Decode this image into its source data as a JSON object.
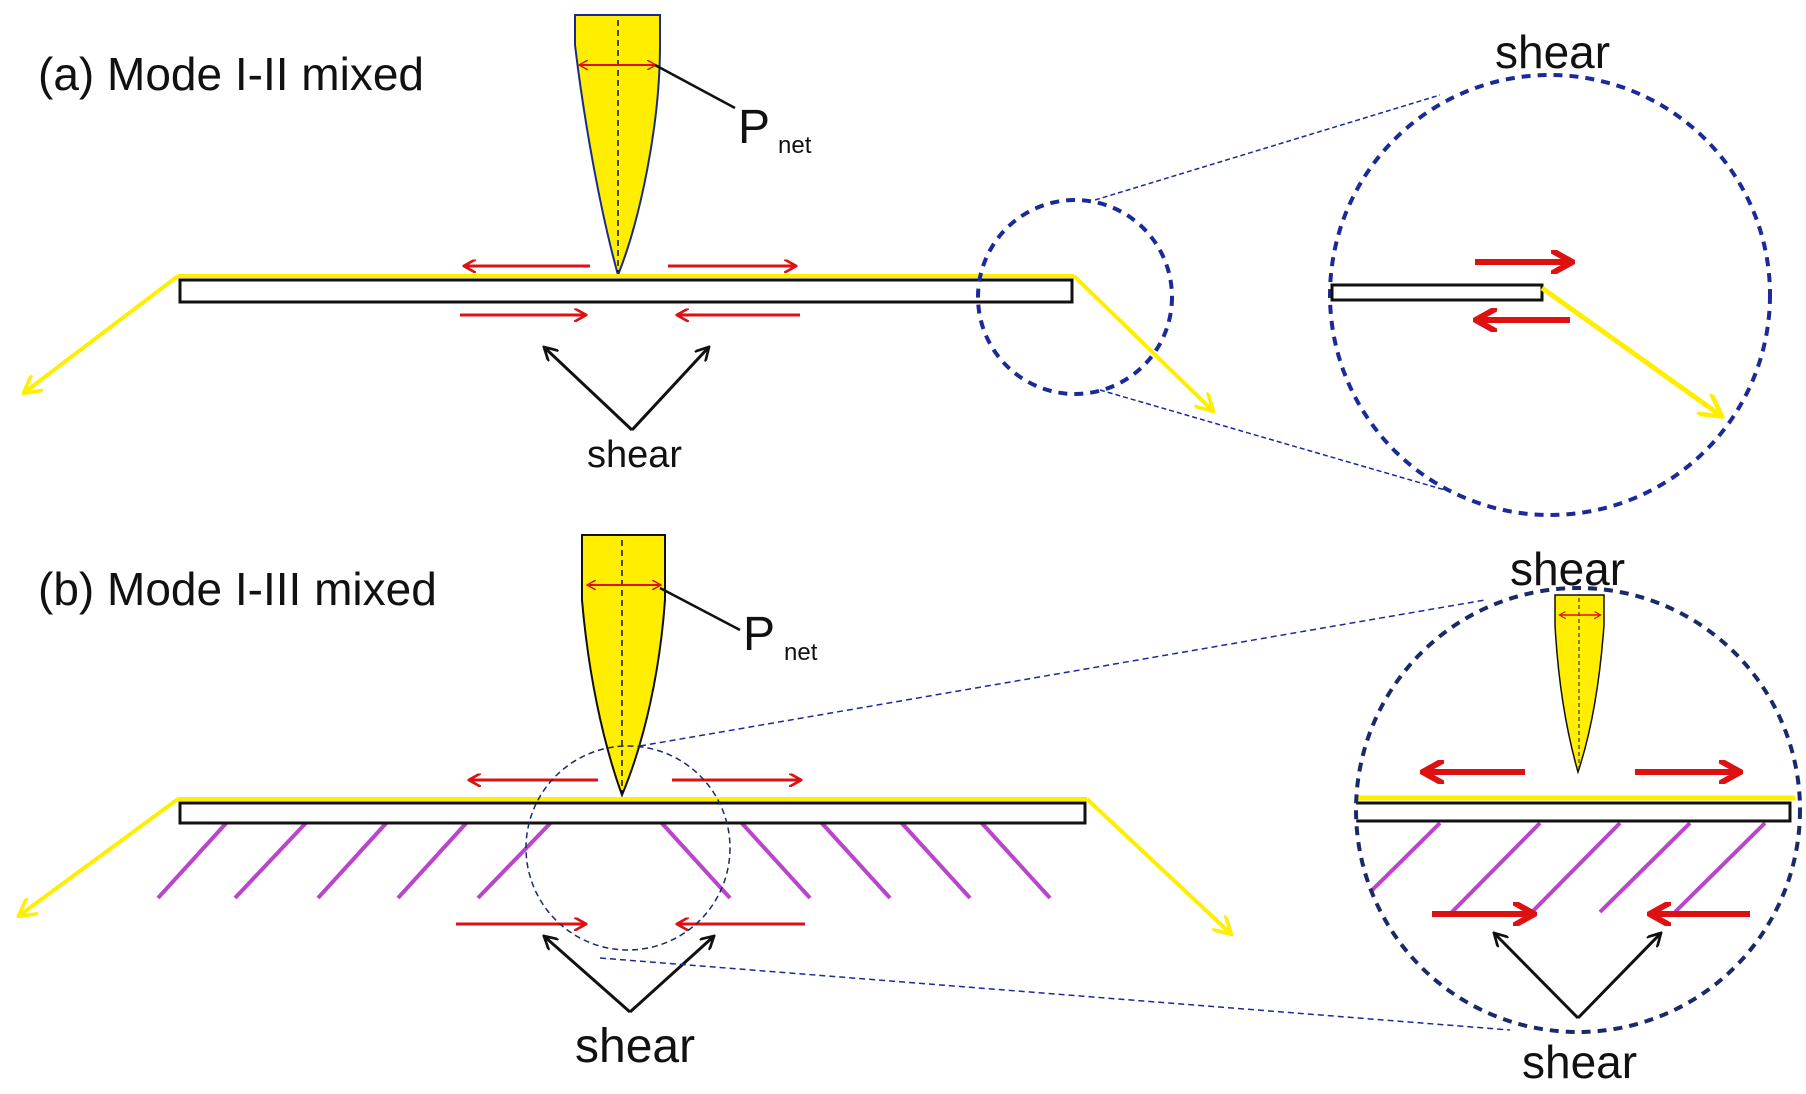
{
  "panel_a": {
    "title": "(a) Mode I-II mixed",
    "force_symbol": "P",
    "force_subscript": "net",
    "shear_label": "shear",
    "zoom_shear_label": "shear"
  },
  "panel_b": {
    "title": "(b) Mode I-III mixed",
    "force_symbol": "P",
    "force_subscript": "net",
    "shear_label": "shear",
    "zoom_top_label": "shear",
    "zoom_bottom_label": "shear"
  },
  "colors": {
    "tip_fill": "#ffee00",
    "membrane_edge": "#ffee00",
    "shear_arrow": "#dd1111",
    "zoom_outline": "#1a2a99",
    "hatch": "#bb44cc",
    "outline": "#111111"
  }
}
